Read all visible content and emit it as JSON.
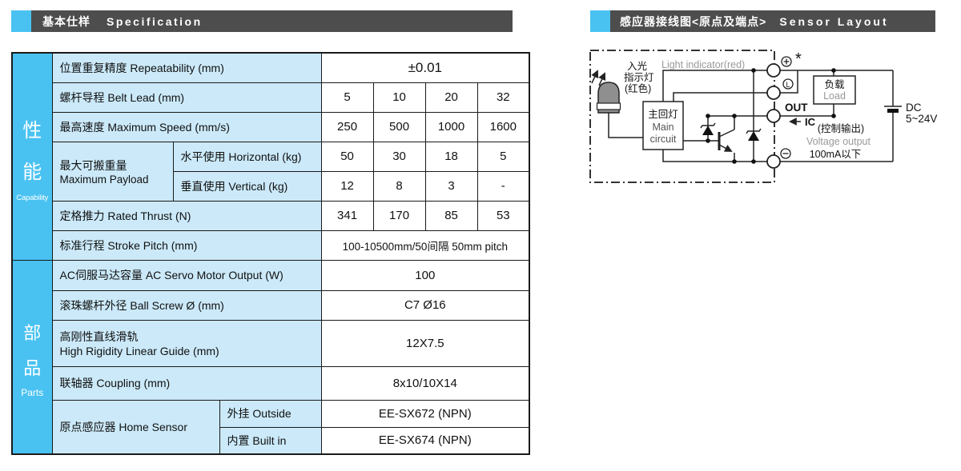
{
  "header_left": {
    "zh": "基本仕样",
    "en": "Specification"
  },
  "header_right": {
    "zh": "感应器接线图<原点及端点>",
    "en": "Sensor Layout"
  },
  "colors": {
    "accent_blue": "#49C2F1",
    "label_bg": "#CBE9F9",
    "bar_bg": "#4D4D4D"
  },
  "spec_table": {
    "section_capability": {
      "zh": [
        "性",
        "能"
      ],
      "en": "Capability"
    },
    "section_parts": {
      "zh": [
        "部",
        "品"
      ],
      "en": "Parts"
    },
    "rows": {
      "repeatability": {
        "label": "位置重复精度  Repeatability (mm)",
        "value": "±0.01"
      },
      "belt_lead": {
        "label": "螺杆导程  Belt Lead (mm)",
        "values": [
          "5",
          "10",
          "20",
          "32"
        ]
      },
      "max_speed": {
        "label": "最高速度  Maximum Speed (mm/s)",
        "values": [
          "250",
          "500",
          "1000",
          "1600"
        ]
      },
      "payload": {
        "label_zh": "最大可搬重量",
        "label_en": "Maximum Payload",
        "horizontal": {
          "label": "水平使用 Horizontal (kg)",
          "values": [
            "50",
            "30",
            "18",
            "5"
          ]
        },
        "vertical": {
          "label": "垂直使用 Vertical (kg)",
          "values": [
            "12",
            "8",
            "3",
            "-"
          ]
        }
      },
      "rated_thrust": {
        "label": "定格推力 Rated Thrust (N)",
        "values": [
          "341",
          "170",
          "85",
          "53"
        ]
      },
      "stroke": {
        "label": "标准行程 Stroke Pitch (mm)",
        "value": "100-10500mm/50间隔  50mm pitch"
      },
      "servo": {
        "label": "AC伺服马达容量 AC Servo Motor Output (W)",
        "value": "100"
      },
      "ball_screw": {
        "label": "滚珠螺杆外径 Ball Screw Ø (mm)",
        "value": "C7 Ø16"
      },
      "linear_guide": {
        "label_zh": "高刚性直线滑轨",
        "label_en": "High Rigidity Linear Guide (mm)",
        "value": "12X7.5"
      },
      "coupling": {
        "label": "联轴器  Coupling (mm)",
        "value": "8x10/10X14"
      },
      "home_sensor": {
        "label": "原点感应器 Home Sensor",
        "outside": {
          "label": "外挂 Outside",
          "value": "EE-SX672 (NPN)"
        },
        "builtin": {
          "label": "内置 Built in",
          "value": "EE-SX674 (NPN)"
        }
      }
    }
  },
  "diagram": {
    "light_zh1": "入光",
    "light_zh2": "指示灯",
    "light_zh3": "(红色)",
    "light_en": "Light indicator(red)",
    "main_zh": "主回灯",
    "main_en1": "Main",
    "main_en2": "circuit",
    "load_zh": "负载",
    "load_en": "Load",
    "asterisk": "*",
    "t_l": "L",
    "out": "OUT",
    "ic": "IC",
    "ctrl_zh": "(控制输出)",
    "ctrl_en": "Voltage output",
    "ctrl_max": "100mA以下",
    "dc_1": "DC",
    "dc_2": "5~24V"
  }
}
